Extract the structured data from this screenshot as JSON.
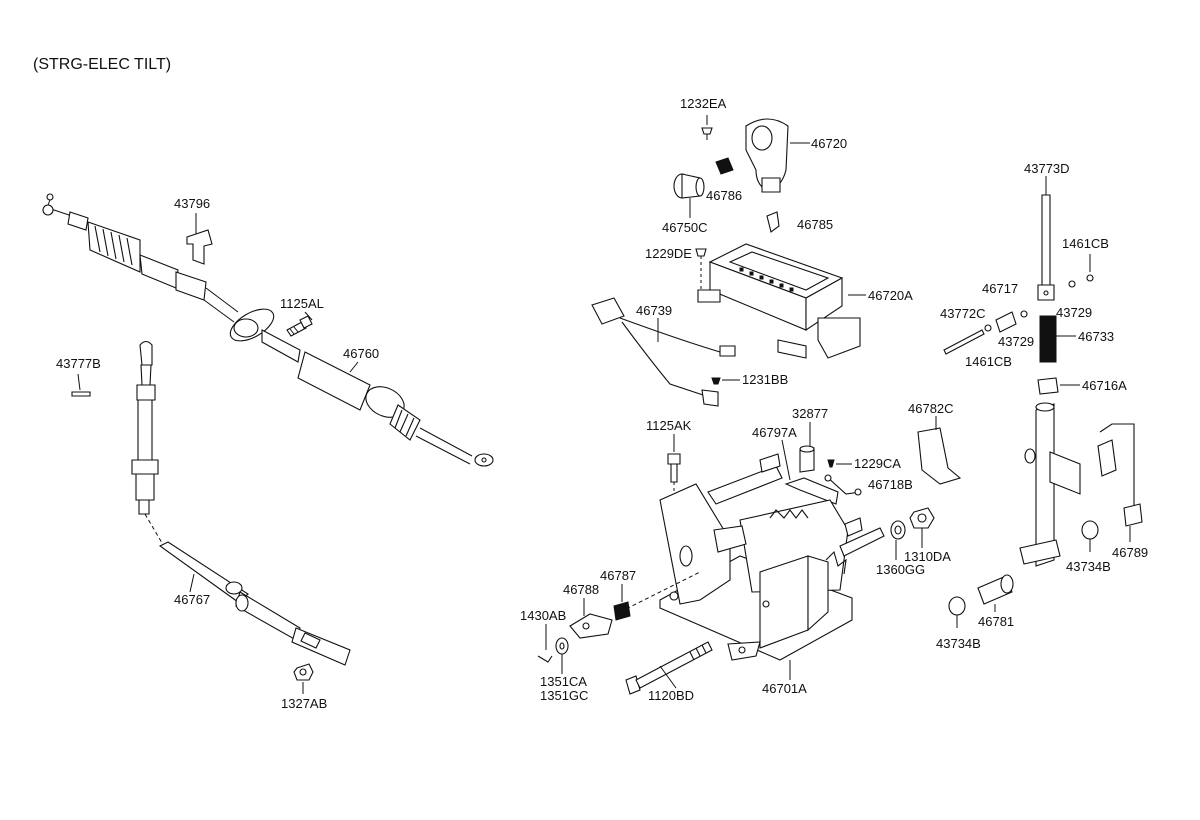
{
  "title": "(STRG-ELEC TILT)",
  "labels": {
    "p1232EA": "1232EA",
    "p46720": "46720",
    "p46786": "46786",
    "p46750C": "46750C",
    "p46785": "46785",
    "p1229DE": "1229DE",
    "p46720A": "46720A",
    "p46739": "46739",
    "p1231BB": "1231BB",
    "p43773D": "43773D",
    "p1461CB_a": "1461CB",
    "p46717": "46717",
    "p43772C": "43772C",
    "p43729_a": "43729",
    "p43729_b": "43729",
    "p46733": "46733",
    "p1461CB_b": "1461CB",
    "p46716A": "46716A",
    "p46782C": "46782C",
    "p32877": "32877",
    "p46797A": "46797A",
    "p1125AK": "1125AK",
    "p1229CA": "1229CA",
    "p46718B": "46718B",
    "p1310DA": "1310DA",
    "p1360GG": "1360GG",
    "p46787": "46787",
    "p46788": "46788",
    "p1430AB": "1430AB",
    "p1351CA": "1351CA",
    "p1351GC": "1351GC",
    "p1120BD": "1120BD",
    "p46701A": "46701A",
    "p43734B_a": "43734B",
    "p43734B_b": "43734B",
    "p46781": "46781",
    "p46789": "46789",
    "p43796": "43796",
    "p1125AL": "1125AL",
    "p46760": "46760",
    "p43777B": "43777B",
    "p46767": "46767",
    "p1327AB": "1327AB"
  }
}
